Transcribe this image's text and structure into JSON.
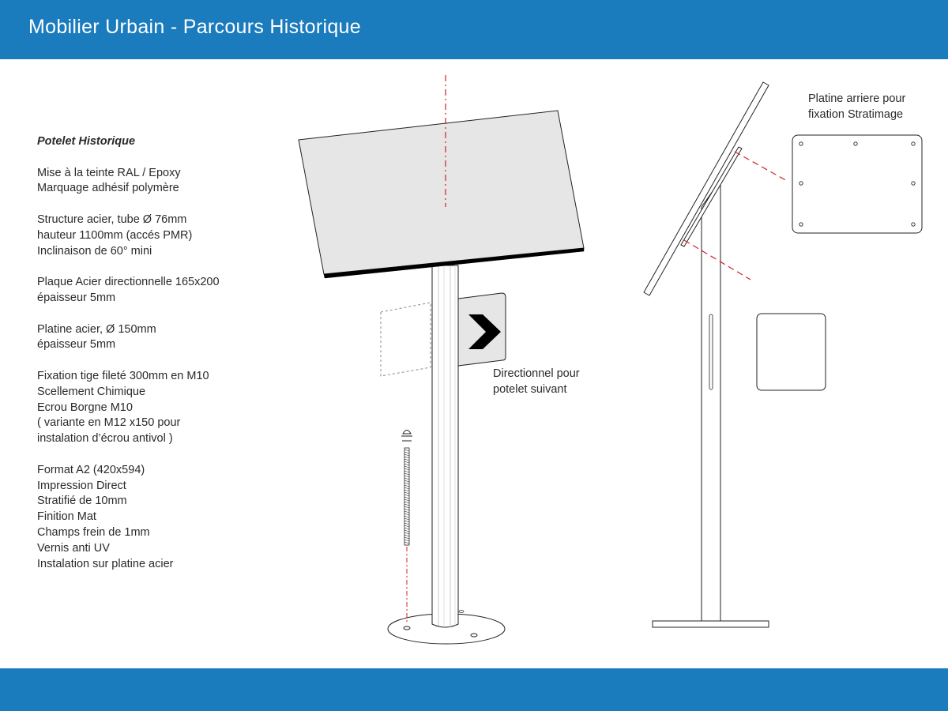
{
  "header": {
    "title": "Mobilier Urbain - Parcours Historique"
  },
  "specs": {
    "heading": "Potelet Historique",
    "groups": [
      [
        "Mise à la teinte RAL / Epoxy",
        "Marquage adhésif polymère"
      ],
      [
        "Structure acier, tube Ø 76mm",
        "hauteur 1100mm (accés PMR)",
        "Inclinaison de 60° mini"
      ],
      [
        "Plaque Acier directionnelle 165x200",
        "épaisseur 5mm"
      ],
      [
        "Platine acier, Ø 150mm",
        "épaisseur 5mm"
      ],
      [
        "Fixation tige fileté 300mm en M10",
        "Scellement Chimique",
        "Ecrou Borgne M10",
        "( variante en M12 x150 pour",
        "instalation d’écrou antivol )"
      ],
      [
        "Format A2 (420x594)",
        "Impression Direct",
        "Stratifié de 10mm",
        "Finition Mat",
        "Champs frein de 1mm",
        "Vernis anti UV",
        "Instalation sur platine acier"
      ]
    ]
  },
  "annotations": {
    "rear_plate": [
      "Platine arriere pour",
      "fixation Stratimage"
    ],
    "direction_sign": [
      "Directionnel pour",
      "potelet suivant"
    ]
  },
  "colors": {
    "brand_blue": "#1a7bbd",
    "axis_red": "#d0202a",
    "panel_grey": "#e6e6e6",
    "line": "#222222"
  }
}
